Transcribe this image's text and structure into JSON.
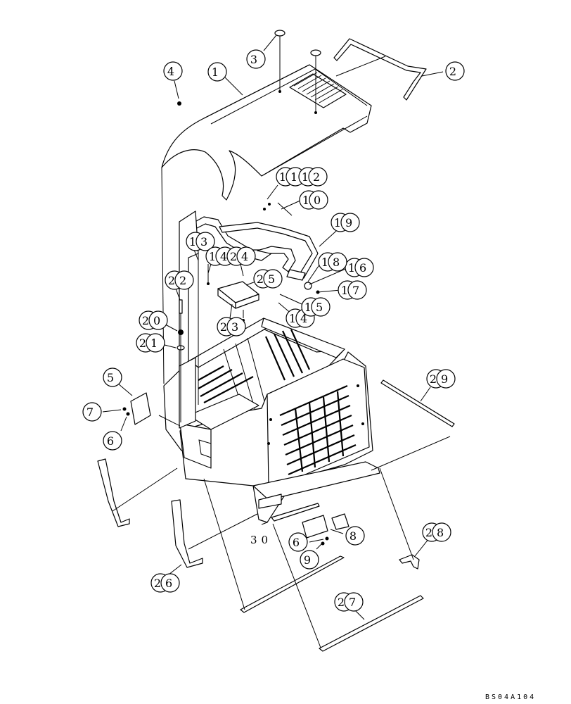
{
  "drawing_code": "BS04A104",
  "callouts": [
    {
      "id": "c1",
      "label": "1"
    },
    {
      "id": "c2",
      "label": "2"
    },
    {
      "id": "c3",
      "label": "3"
    },
    {
      "id": "c4",
      "label": "4"
    },
    {
      "id": "c5",
      "label": "5"
    },
    {
      "id": "c6a",
      "label": "6"
    },
    {
      "id": "c6b",
      "label": "6"
    },
    {
      "id": "c7",
      "label": "7"
    },
    {
      "id": "c8",
      "label": "8"
    },
    {
      "id": "c9",
      "label": "9"
    },
    {
      "id": "c10",
      "label": "10"
    },
    {
      "id": "c11",
      "label": "11"
    },
    {
      "id": "c12",
      "label": "12"
    },
    {
      "id": "c13",
      "label": "13"
    },
    {
      "id": "c14a",
      "label": "14"
    },
    {
      "id": "c14b",
      "label": "14"
    },
    {
      "id": "c15",
      "label": "15"
    },
    {
      "id": "c16",
      "label": "16"
    },
    {
      "id": "c17",
      "label": "17"
    },
    {
      "id": "c18",
      "label": "18"
    },
    {
      "id": "c19",
      "label": "19"
    },
    {
      "id": "c20",
      "label": "20"
    },
    {
      "id": "c21",
      "label": "21"
    },
    {
      "id": "c22",
      "label": "22"
    },
    {
      "id": "c23",
      "label": "23"
    },
    {
      "id": "c24",
      "label": "24"
    },
    {
      "id": "c25",
      "label": "25"
    },
    {
      "id": "c26",
      "label": "26"
    },
    {
      "id": "c27",
      "label": "27"
    },
    {
      "id": "c28",
      "label": "28"
    },
    {
      "id": "c29",
      "label": "29"
    }
  ],
  "plain_labels": [
    {
      "id": "t30",
      "label": "30"
    }
  ]
}
